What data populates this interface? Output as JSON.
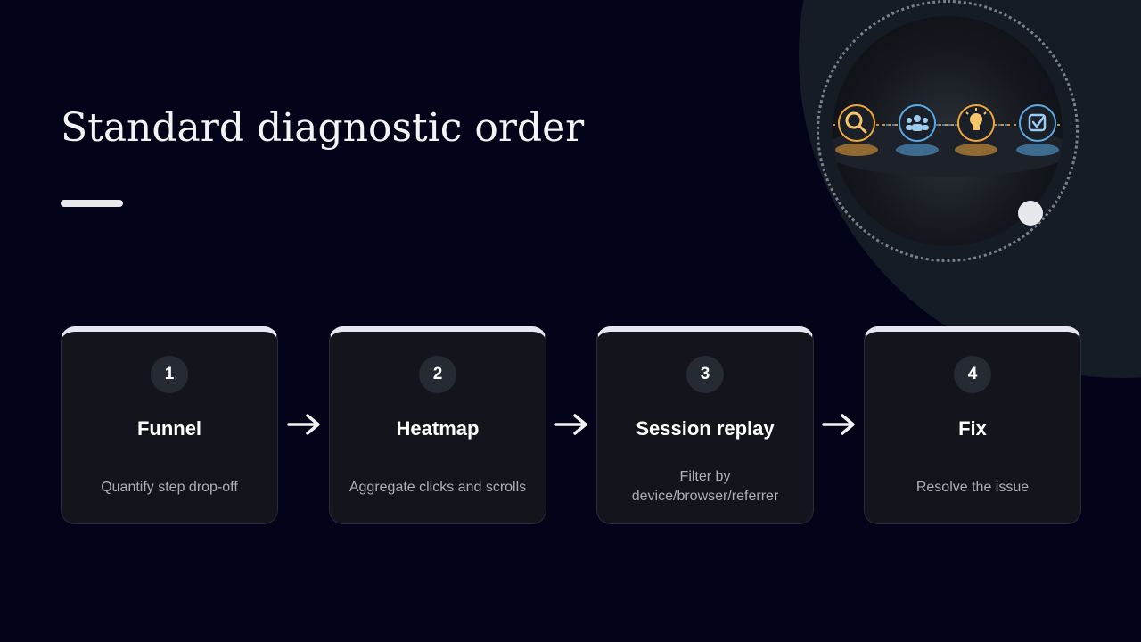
{
  "slide": {
    "title": "Standard diagnostic order"
  },
  "steps": [
    {
      "number": "1",
      "title": "Funnel",
      "description": "Quantify step drop-off"
    },
    {
      "number": "2",
      "title": "Heatmap",
      "description": "Aggregate clicks and scrolls"
    },
    {
      "number": "3",
      "title": "Session replay",
      "description": "Filter by device/browser/referrer"
    },
    {
      "number": "4",
      "title": "Fix",
      "description": "Resolve the issue"
    }
  ],
  "hero_icons": [
    "search-icon",
    "users-icon",
    "lightbulb-icon",
    "checkbox-icon"
  ],
  "colors": {
    "background": "#03031a",
    "card": "#13141c",
    "accent_orange": "#f0a63a",
    "accent_blue": "#5aa9e6"
  }
}
